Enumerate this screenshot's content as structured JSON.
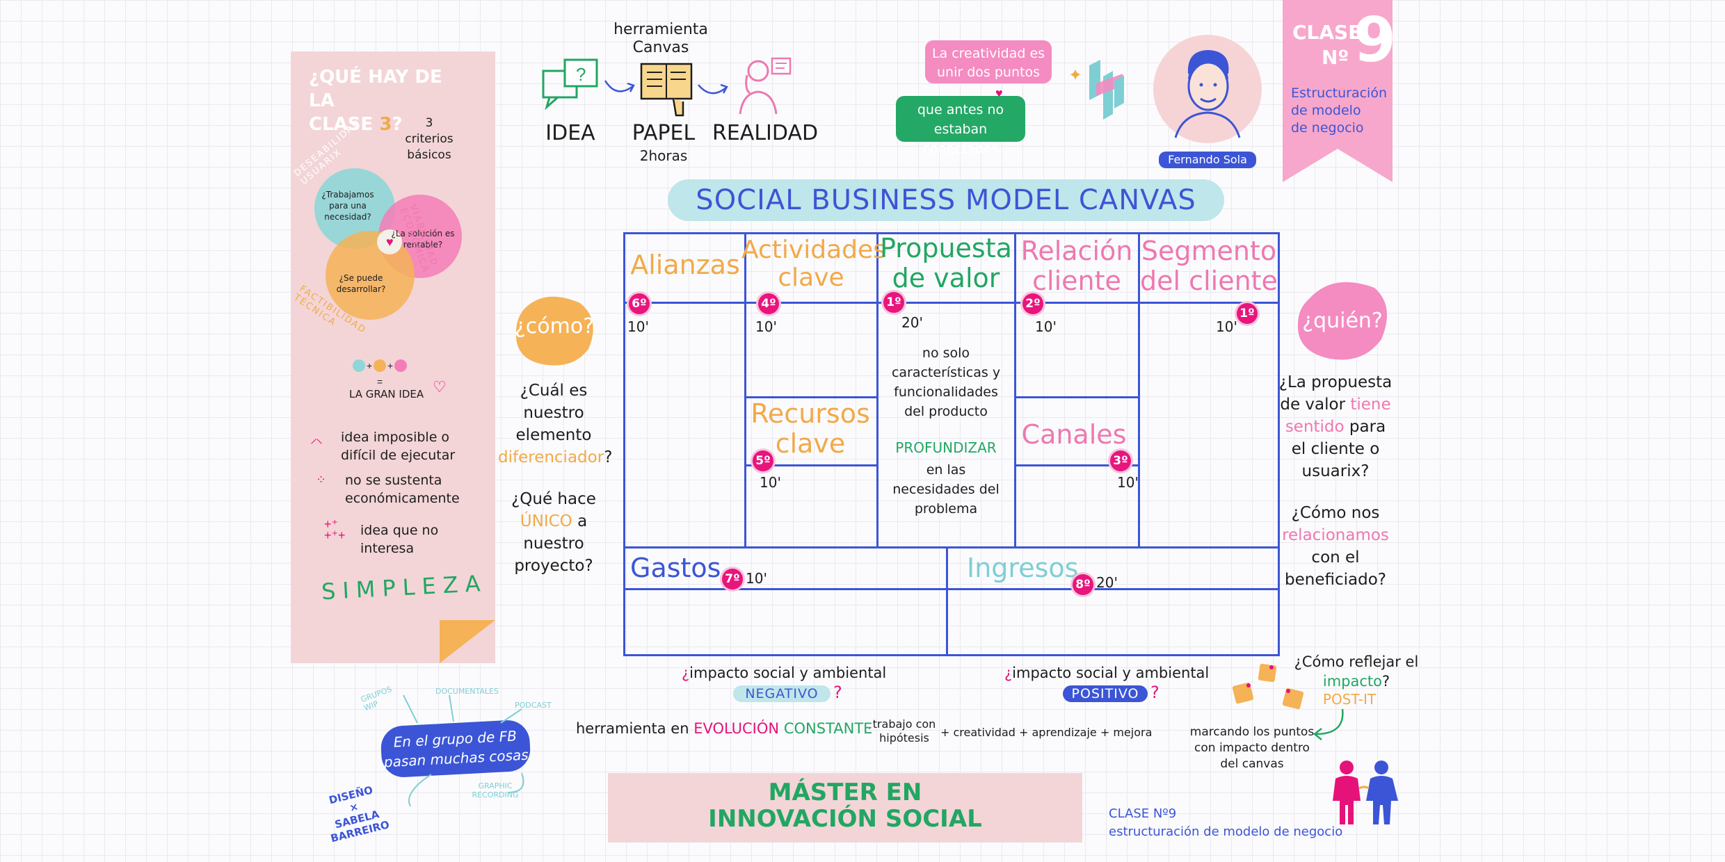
{
  "header": {
    "tool_label": "herramienta\nCanvas",
    "steps": [
      "IDEA",
      "PAPEL",
      "REALIDAD"
    ],
    "paper_time": "2horas",
    "quote_top": "La creatividad es\nunir dos puntos",
    "quote_bottom": "que antes no\nestaban conectados",
    "speaker_name": "Fernando Sola",
    "clase_label": "CLASE",
    "clase_no": "Nº",
    "clase_number": "9",
    "clase_subtitle": "Estructuración\nde modelo\nde negocio"
  },
  "left_panel": {
    "title_line1": "¿QUÉ HAY DE LA",
    "title_line2_prefix": "CLASE ",
    "title_line2_number": "3",
    "title_line2_suffix": "?",
    "criteria": "3\ncriterios\nbásicos",
    "venn_deseabilidad": "DESEABILIDAD USUARIX",
    "venn_viabilidad": "VIABILIDAD ECONÓMICA",
    "venn_factibilidad": "FACTIBILIDAD TÉCNICA",
    "venn_q1": "¿Trabajamos\npara una\nnecesidad?",
    "venn_q2": "¿La solución es\nrentable?",
    "venn_q3": "¿Se puede\ndesarrollar?",
    "gran_idea": "LA GRAN IDEA",
    "list": [
      "idea imposible o\ndifícil de ejecutar",
      "no se sustenta\neconómicamente",
      "idea que no\ninteresa"
    ],
    "simpleza": "SIMPLEZA"
  },
  "title_banner": "SOCIAL BUSINESS MODEL CANVAS",
  "canvas": {
    "alianzas": "Alianzas",
    "actividades": "Actividades\nclave",
    "propuesta": "Propuesta\nde valor",
    "relacion": "Relación\ncliente",
    "segmento": "Segmento\ndel cliente",
    "recursos": "Recursos\nclave",
    "canales": "Canales",
    "gastos": "Gastos",
    "ingresos": "Ingresos",
    "propuesta_note": "no solo\ncaracterísticas y\nfuncionalidades\ndel producto",
    "profundizar": "PROFUNDIZAR",
    "profundizar_note": "en las\nnecesidades del\nproblema",
    "badges": {
      "alianzas": "6º",
      "actividades": "4º",
      "propuesta": "1º",
      "relacion": "2º",
      "segmento": "1º",
      "recursos": "5º",
      "canales": "3º",
      "gastos": "7º",
      "ingresos": "8º"
    },
    "times": {
      "alianzas": "10'",
      "actividades": "10'",
      "propuesta": "20'",
      "relacion": "10'",
      "segmento": "10'",
      "recursos": "10'",
      "canales": "10'",
      "gastos": "10'",
      "ingresos": "20'"
    }
  },
  "left_questions": {
    "blob": "¿cómo?",
    "q1_a": "¿Cuál es\nnuestro\nelemento",
    "q1_b": "diferenciador",
    "q1_c": "?",
    "q2_a": "¿Qué hace",
    "q2_b": "ÚNICO",
    "q2_c": " a",
    "q2_d": "nuestro\nproyecto?"
  },
  "right_questions": {
    "blob": "¿quién?",
    "q1_a": "¿La propuesta\nde valor ",
    "q1_b": "tiene",
    "q1_c": "sentido",
    "q1_d": " para\nel cliente o\nusuarix?",
    "q2_a": "¿Cómo nos",
    "q2_b": "relacionamos",
    "q2_c": "con el\nbeneficiado?"
  },
  "bottom": {
    "impact_neg_q": "impacto social y ambiental",
    "impact_neg_tag": "NEGATIVO",
    "impact_pos_q": "impacto social y ambiental",
    "impact_pos_tag": "POSITIVO",
    "evolution_prefix": "herramienta en ",
    "evolution_word1": "EVOLUCIÓN",
    "evolution_word2": "CONSTANTE",
    "evolution_formula_1": "trabajo con\nhipótesis",
    "evolution_formula_2": "creatividad",
    "evolution_formula_3": "aprendizaje",
    "evolution_formula_4": "mejora",
    "reflect_q_a": "¿Cómo reflejar el",
    "reflect_q_b": "impacto",
    "reflect_q_c": "?",
    "postit": "POST-IT",
    "postit_note": "marcando los puntos\ncon impacto dentro\ndel canvas",
    "fb_bubble": "En el grupo de FB\npasan muchas cosas",
    "fb_grupos": "GRUPOS\nWIP",
    "fb_documentales": "DOCUMENTALES",
    "fb_podcast": "PODCAST",
    "fb_graphic": "GRAPHIC\nRECORDING",
    "credit": "DISEÑO\n×\nSABELA BARREIRO",
    "master_line1": "MÁSTER EN",
    "master_line2": "INNOVACIÓN SOCIAL",
    "footer_line1": "CLASE Nº9",
    "footer_line2": "estructuración de modelo de negocio"
  },
  "colors": {
    "blue": "#3b55d6",
    "orange": "#f2a948",
    "pink": "#ee78b0",
    "green": "#22a663",
    "teal": "#7ecfd3",
    "magenta": "#e5127a"
  }
}
